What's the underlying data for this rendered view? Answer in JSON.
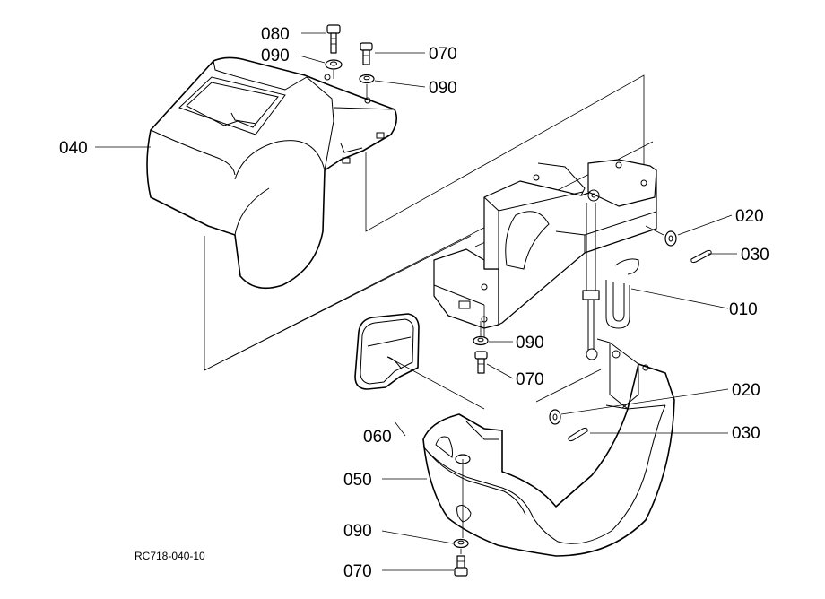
{
  "callouts": [
    {
      "id": "080",
      "text": "080"
    },
    {
      "id": "090a",
      "text": "090"
    },
    {
      "id": "070a",
      "text": "070"
    },
    {
      "id": "090b",
      "text": "090"
    },
    {
      "id": "040",
      "text": "040"
    },
    {
      "id": "020a",
      "text": "020"
    },
    {
      "id": "030a",
      "text": "030"
    },
    {
      "id": "010",
      "text": "010"
    },
    {
      "id": "090c",
      "text": "090"
    },
    {
      "id": "070b",
      "text": "070"
    },
    {
      "id": "020b",
      "text": "020"
    },
    {
      "id": "060",
      "text": "060"
    },
    {
      "id": "030b",
      "text": "030"
    },
    {
      "id": "050",
      "text": "050"
    },
    {
      "id": "090d",
      "text": "090"
    },
    {
      "id": "070c",
      "text": "070"
    }
  ],
  "figure_code": "RC718-040-10"
}
